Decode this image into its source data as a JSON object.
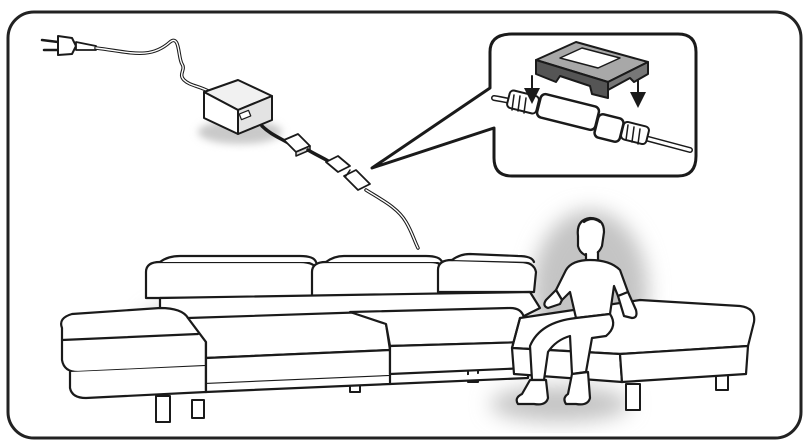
{
  "illustration": {
    "type": "assembly-instruction",
    "colors": {
      "line": "#1a1a1a",
      "frame": "#222222",
      "background": "#ffffff",
      "shadow": "#c9c9c9",
      "sofa_fill": "#ffffff",
      "callout_fill": "#ffffff",
      "part_dark": "#555555",
      "part_light": "#e8e8e8"
    },
    "elements": [
      "power-plug-icon",
      "transformer-box",
      "cable-connector",
      "callout-bubble",
      "connector-cover",
      "sectional-sofa",
      "seated-person"
    ]
  }
}
